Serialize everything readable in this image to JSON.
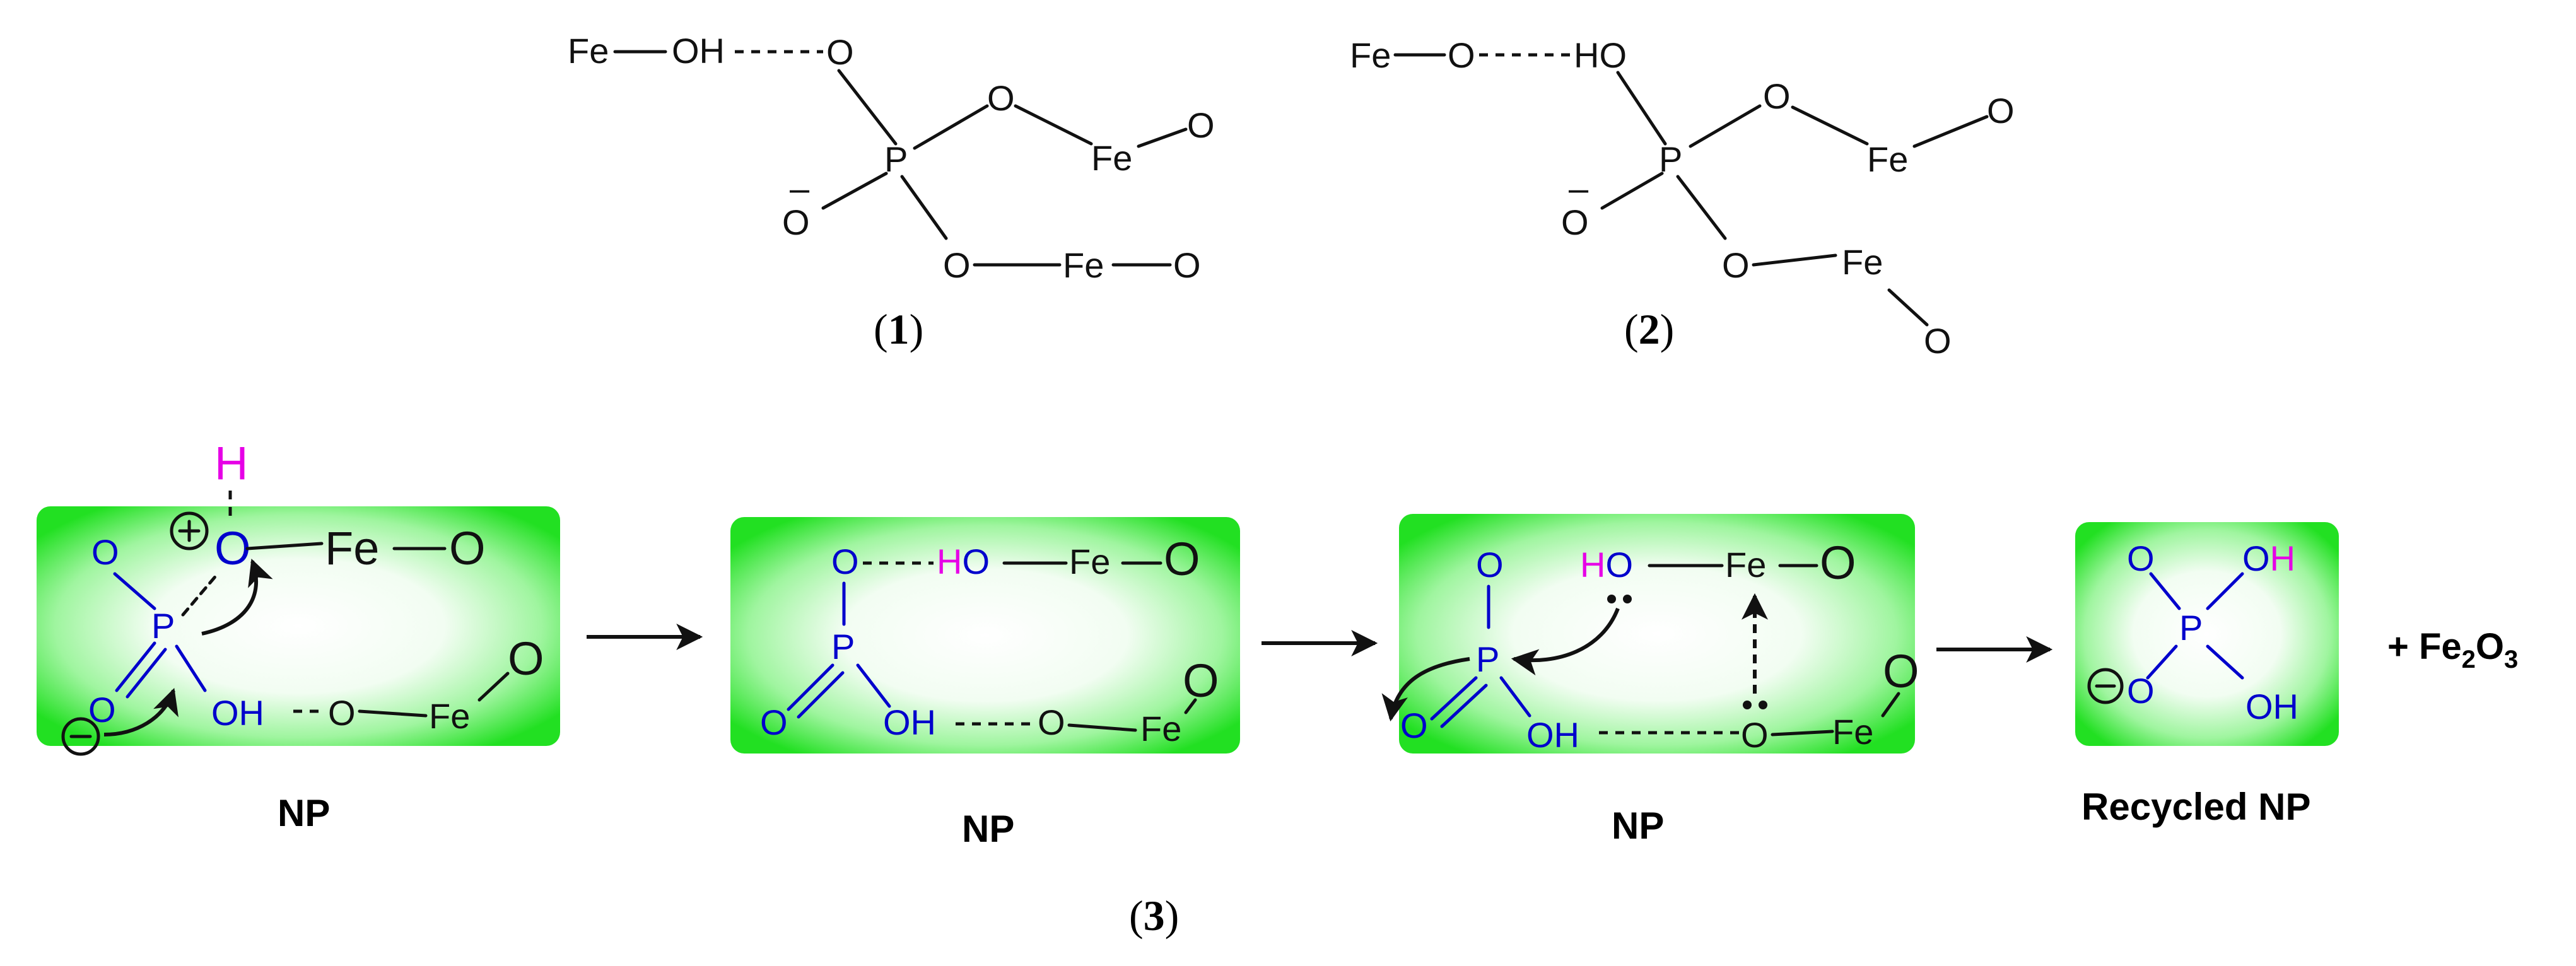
{
  "colors": {
    "panel_green": "#22e022",
    "panel_center": "#ffffff",
    "phosphate_blue": "#0000cc",
    "hydrogen_magenta": "#e600e6",
    "bond_black": "#111111"
  },
  "atoms": {
    "fe": "Fe",
    "o": "O",
    "oh": "OH",
    "ho": "HO",
    "p": "P",
    "h": "H",
    "o_minus": "O",
    "minus_sign": "–",
    "plus_circle": "+",
    "minus_circle": "–"
  },
  "structure1": {
    "label_open": "(",
    "label_num": "1",
    "label_close": ")"
  },
  "structure2": {
    "label_open": "(",
    "label_num": "2",
    "label_close": ")"
  },
  "scheme3": {
    "label_open": "(",
    "label_num": "3",
    "label_close": ")",
    "panels": [
      {
        "caption": "NP"
      },
      {
        "caption": "NP"
      },
      {
        "caption": "NP"
      },
      {
        "caption": "Recycled NP"
      }
    ],
    "byproduct": {
      "plus": "+ Fe",
      "subscript1": "2",
      "mid": "O",
      "subscript2": "3"
    }
  }
}
